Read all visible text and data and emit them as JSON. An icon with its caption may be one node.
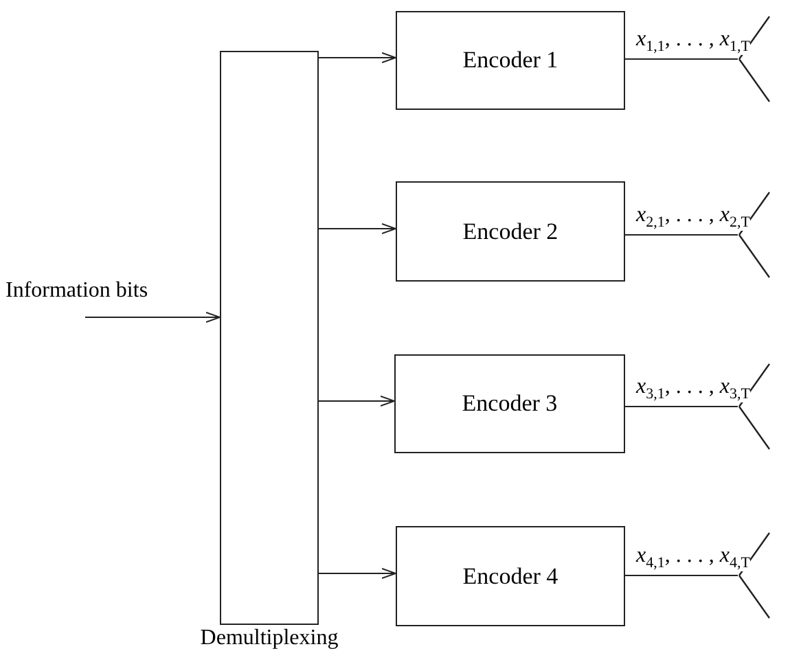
{
  "diagram": {
    "nodes": [
      {
        "text": [
          "Information bits"
        ]
      },
      {
        "text": [
          "Demultiplexing"
        ]
      },
      {
        "text": [
          "Encoder 1"
        ]
      },
      {
        "text": [
          "Encoder 2"
        ]
      },
      {
        "text": [
          "Encoder 3"
        ]
      },
      {
        "text": [
          "Encoder 4"
        ]
      },
      {
        "text": [],
        "shape": "antenna"
      },
      {
        "text": [],
        "shape": "antenna"
      },
      {
        "text": [],
        "shape": "antenna"
      },
      {
        "text": [],
        "shape": "antenna"
      }
    ],
    "edges": [
      {
        "from": 0,
        "to": 1,
        "arrow": "to"
      },
      {
        "from": 1,
        "to": 2,
        "arrow": "to"
      },
      {
        "from": 1,
        "to": 3,
        "arrow": "to"
      },
      {
        "from": 1,
        "to": 4,
        "arrow": "to"
      },
      {
        "from": 1,
        "to": 5,
        "arrow": "to"
      },
      {
        "from": 2,
        "to": 6,
        "arrow": "none",
        "label": "*x*$_{1,1}$, . . . , *x*$_{1,T}$"
      },
      {
        "from": 3,
        "to": 7,
        "arrow": "none",
        "label": "*x*$_{2,1}$, . . . , *x*$_{2,T}$"
      },
      {
        "from": 4,
        "to": 8,
        "arrow": "none",
        "label": "*x*$_{3,1}$, . . . , *x*$_{3,T}$"
      },
      {
        "from": 5,
        "to": 9,
        "arrow": "none",
        "label": "*x*$_{4,1}$, . . . , *x*$_{4,T}$"
      }
    ]
  }
}
